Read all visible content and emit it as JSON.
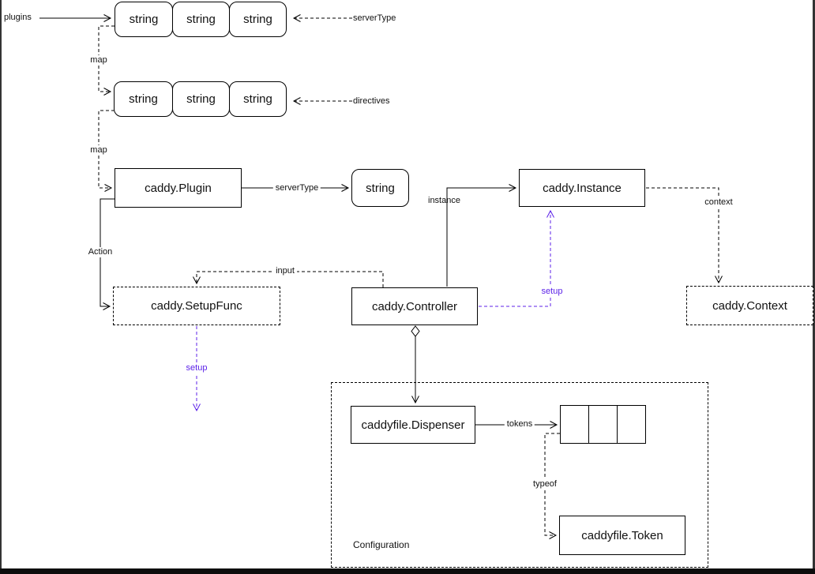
{
  "colors": {
    "line": "#000000",
    "accent": "#5c22e8",
    "background": "#ffffff",
    "window_border": "#333333",
    "bottom_bar": "#0d0d0d"
  },
  "nodes": {
    "string_label": "string",
    "plugin": "caddy.Plugin",
    "instance": "caddy.Instance",
    "setup_func": "caddy.SetupFunc",
    "controller": "caddy.Controller",
    "context": "caddy.Context",
    "dispenser": "caddyfile.Dispenser",
    "token": "caddyfile.Token",
    "configuration": "Configuration"
  },
  "edge_labels": {
    "plugins": "plugins",
    "map_top": "map",
    "map_bottom": "map",
    "server_type_top": "serverType",
    "directives": "directives",
    "server_type_plugin": "serverType",
    "action": "Action",
    "input": "input",
    "instance": "instance",
    "context": "context",
    "setup_left": "setup",
    "setup_right": "setup",
    "tokens": "tokens",
    "typeof": "typeof"
  }
}
